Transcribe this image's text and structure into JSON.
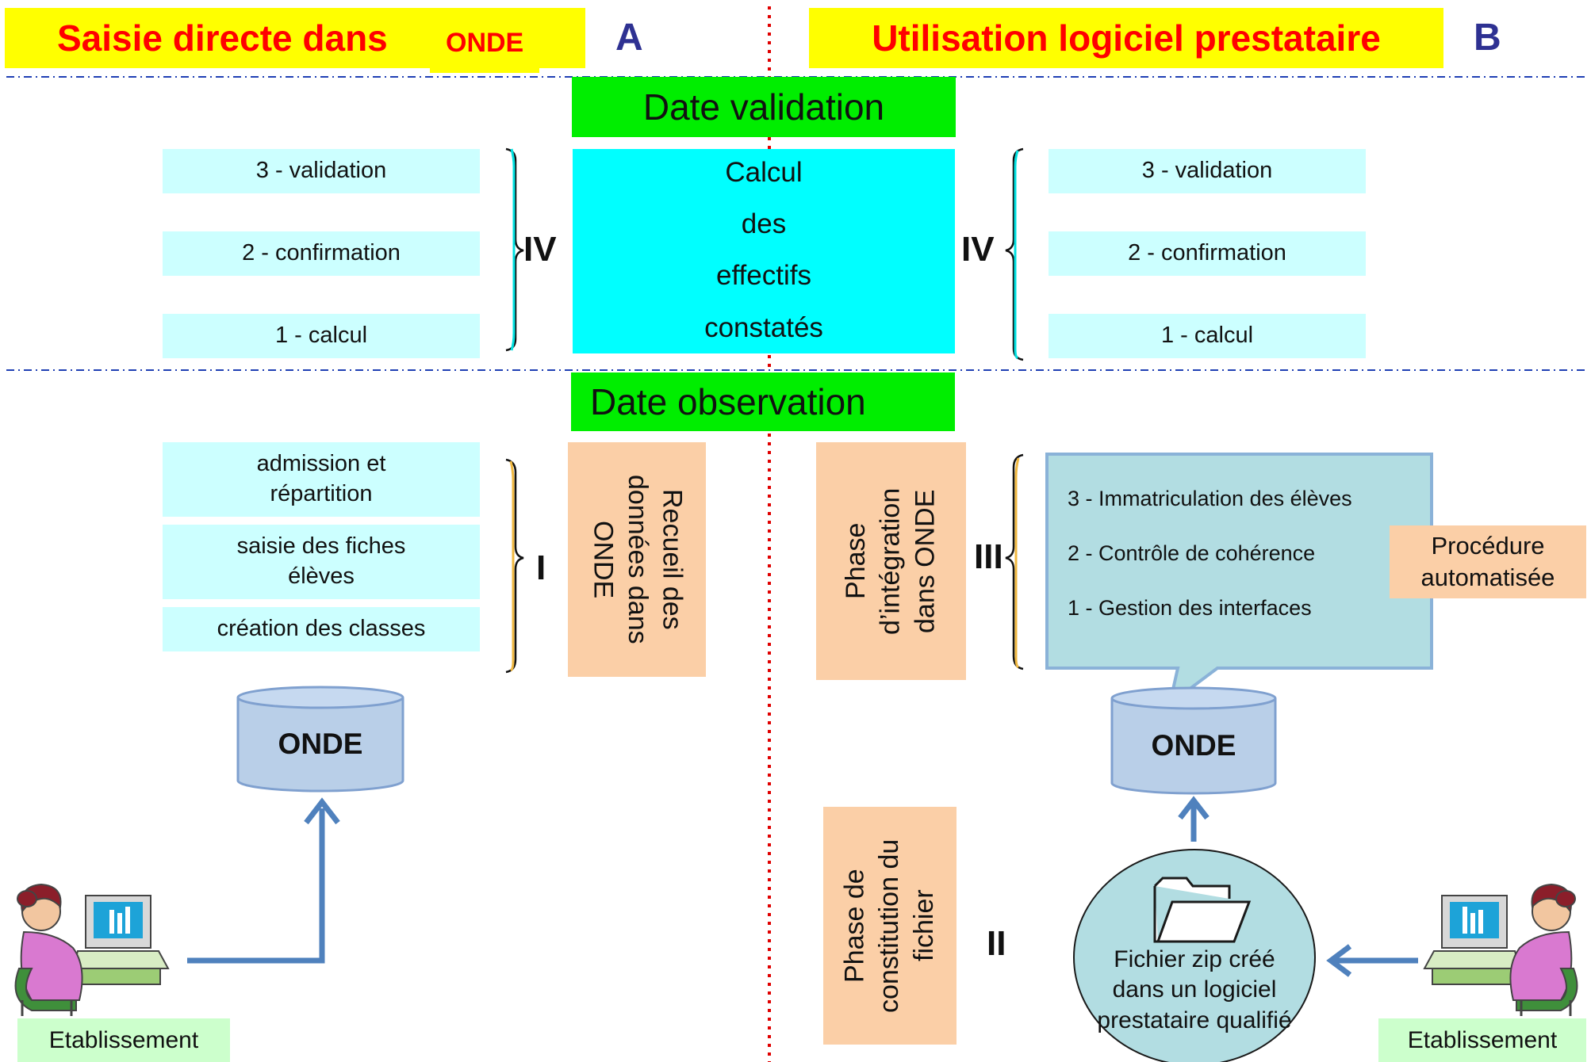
{
  "header_a": {
    "title": "Saisie directe dans",
    "onde": "ONDE",
    "letter": "A"
  },
  "header_b": {
    "title": "Utilisation logiciel prestataire",
    "letter": "B"
  },
  "date_validation": "Date validation",
  "date_observation": "Date observation",
  "calcul": [
    "Calcul",
    "des",
    "effectifs",
    "constatés"
  ],
  "steps_iv_left": [
    "3 - validation",
    "2 - confirmation",
    "1 - calcul"
  ],
  "steps_iv_right": [
    "3 - validation",
    "2 - confirmation",
    "1 - calcul"
  ],
  "roman": {
    "iv_left": "IV",
    "iv_right": "IV",
    "i": "I",
    "iii": "III",
    "ii": "II"
  },
  "steps_i": [
    "admission et répartition",
    "saisie des fiches élèves",
    "création des classes"
  ],
  "recueil": "Recueil des données dans ONDE",
  "phase_integration": "Phase d’intégration dans ONDE",
  "steps_iii": [
    "3 - Immatriculation des élèves",
    "2 - Contrôle de cohérence",
    "1 - Gestion des interfaces"
  ],
  "procedure": "Procédure automatisée",
  "phase_constitution": "Phase de constitution du fichier",
  "db_label_left": "ONDE",
  "db_label_right": "ONDE",
  "fichier_zip": "Fichier zip créé dans un logiciel prestataire qualifié",
  "etablissement_left": "Etablissement",
  "etablissement_right": "Etablissement",
  "colors": {
    "yellow": "#ffff00",
    "red": "#ff0000",
    "green": "#00ee00",
    "cyan": "#00ffff",
    "lightblue": "#ccffff",
    "peach": "#fbcfa7",
    "arrow": "#4f81bd"
  }
}
